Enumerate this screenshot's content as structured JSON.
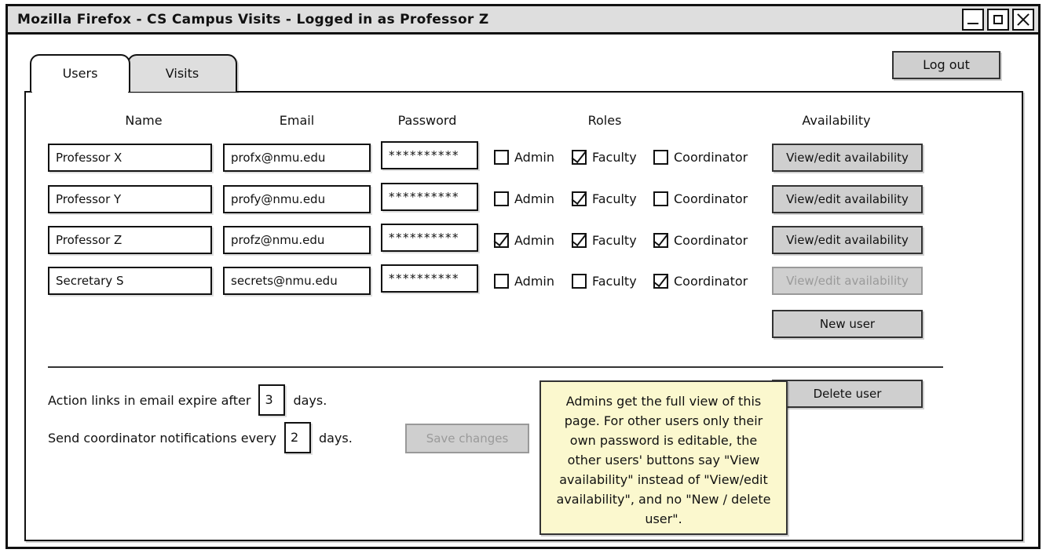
{
  "window": {
    "title": "Mozilla Firefox - CS Campus Visits - Logged in as Professor Z",
    "controls": {
      "minimize": "minimize-icon",
      "maximize": "maximize-icon",
      "close": "close-icon"
    }
  },
  "header": {
    "logout_label": "Log out"
  },
  "tabs": [
    {
      "label": "Users",
      "active": true
    },
    {
      "label": "Visits",
      "active": false
    }
  ],
  "table": {
    "headers": [
      "Name",
      "Email",
      "Password",
      "Roles",
      "Availability"
    ],
    "role_labels": [
      "Admin",
      "Faculty",
      "Coordinator"
    ],
    "rows": [
      {
        "name": "Professor X",
        "email": "profx@nmu.edu",
        "password": "**********",
        "roles": {
          "admin": false,
          "faculty": true,
          "coordinator": false
        },
        "availability_label": "View/edit availability",
        "availability_disabled": false
      },
      {
        "name": "Professor Y",
        "email": "profy@nmu.edu",
        "password": "**********",
        "roles": {
          "admin": false,
          "faculty": true,
          "coordinator": false
        },
        "availability_label": "View/edit availability",
        "availability_disabled": false
      },
      {
        "name": "Professor Z",
        "email": "profz@nmu.edu",
        "password": "**********",
        "roles": {
          "admin": true,
          "faculty": true,
          "coordinator": true
        },
        "availability_label": "View/edit availability",
        "availability_disabled": false
      },
      {
        "name": "Secretary S",
        "email": "secrets@nmu.edu",
        "password": "**********",
        "roles": {
          "admin": false,
          "faculty": false,
          "coordinator": true
        },
        "availability_label": "View/edit availability",
        "availability_disabled": true
      }
    ]
  },
  "actions": {
    "new_user_label": "New user",
    "delete_user_label": "Delete user",
    "save_changes_label": "Save changes",
    "save_changes_disabled": true
  },
  "settings": {
    "expire": {
      "prefix": "Action links in email expire after",
      "value": "3",
      "suffix": "days."
    },
    "notify": {
      "prefix": "Send coordinator notifications every",
      "value": "2",
      "suffix": "days."
    }
  },
  "note": {
    "text": "Admins get the full view of this page. For other users only their own password is editable, the other users' buttons say \"View availability\" instead of \"View/edit availability\", and no \"New / delete user\"."
  },
  "colors": {
    "window_border": "#111111",
    "titlebar_bg": "#dedede",
    "button_bg": "#cfcfcf",
    "disabled_text": "#9a9a9a",
    "note_bg": "#fbf8ce"
  }
}
